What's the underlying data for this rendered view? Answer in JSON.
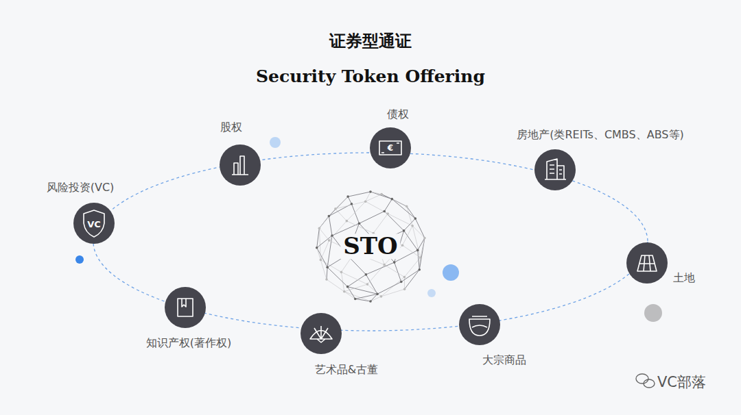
{
  "diagram": {
    "title": "证券型通证",
    "nodes": [
      {
        "text": [
          "STO"
        ]
      },
      {
        "text": [
          "风险投资(VC)",
          "VC"
        ]
      },
      {
        "text": [
          "股权"
        ]
      },
      {
        "text": [
          "债权",
          "€"
        ]
      },
      {
        "text": [
          "房地产(类REITs、CMBS、ABS等)"
        ]
      },
      {
        "text": [
          "土地"
        ]
      },
      {
        "text": [
          "大宗商品"
        ]
      },
      {
        "text": [
          "艺术品&古董"
        ]
      },
      {
        "text": [
          "知识产权(著作权)"
        ]
      }
    ],
    "labels": [
      "Security Token Offering",
      "VC部落"
    ]
  }
}
